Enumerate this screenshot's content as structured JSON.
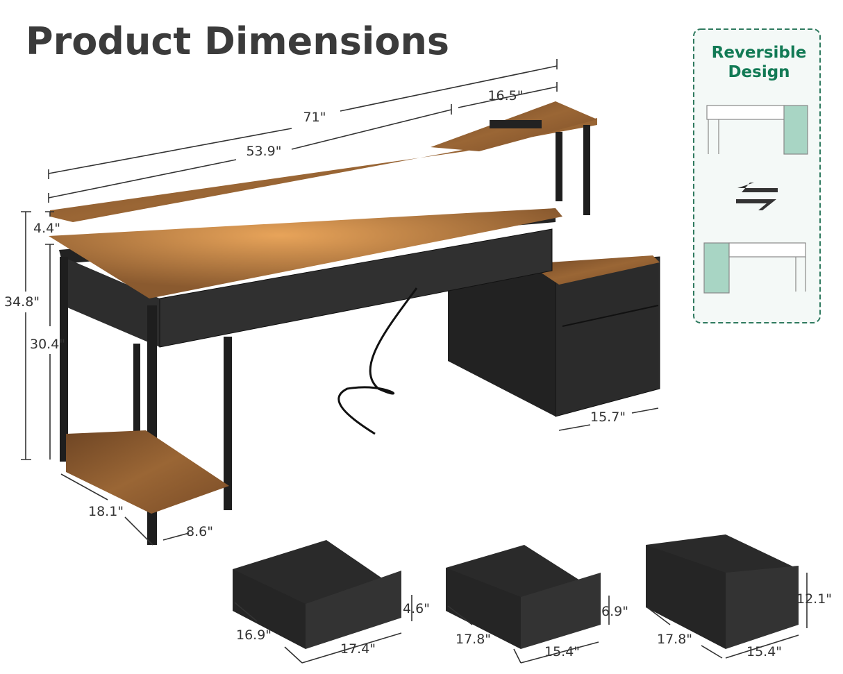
{
  "title": "Product Dimensions",
  "reversible_panel": {
    "title_line1": "Reversible",
    "title_line2": "Design",
    "accent_color": "#127a55",
    "fill_color": "#a8d5c4",
    "swap_icon": "swap-arrows-icon"
  },
  "desk_dimensions": {
    "total_width": "71\"",
    "hutch_width": "16.5\"",
    "desk_width": "53.9\"",
    "monitor_stand_height": "4.4\"",
    "total_height": "34.8\"",
    "desk_height": "30.4\"",
    "depth": "18.1\"",
    "shelf_depth": "8.6\"",
    "cabinet_depth": "15.7\""
  },
  "drawers": [
    {
      "height": "4.6\"",
      "depth": "16.9\"",
      "width": "17.4\""
    },
    {
      "height": "6.9\"",
      "depth": "17.8\"",
      "width": "15.4\""
    },
    {
      "height": "12.1\"",
      "depth": "17.8\"",
      "width": "15.4\""
    }
  ],
  "colors": {
    "wood": "#8a5a2f",
    "fabric": "#2b2b2b",
    "frame": "#1f1f1f",
    "title": "#3b3b3b"
  }
}
